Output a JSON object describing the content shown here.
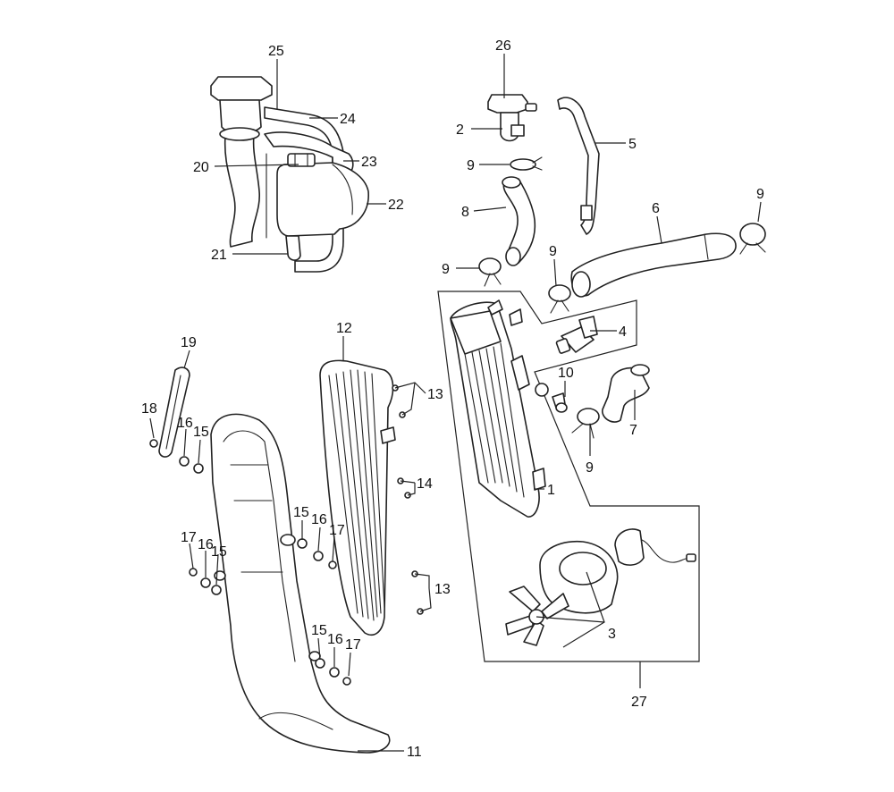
{
  "callouts": [
    {
      "id": "c1",
      "text": "1"
    },
    {
      "id": "c2",
      "text": "2"
    },
    {
      "id": "c3",
      "text": "3"
    },
    {
      "id": "c4",
      "text": "4"
    },
    {
      "id": "c5",
      "text": "5"
    },
    {
      "id": "c6",
      "text": "6"
    },
    {
      "id": "c7",
      "text": "7"
    },
    {
      "id": "c8",
      "text": "8"
    },
    {
      "id": "c9a",
      "text": "9"
    },
    {
      "id": "c9b",
      "text": "9"
    },
    {
      "id": "c9c",
      "text": "9"
    },
    {
      "id": "c9d",
      "text": "9"
    },
    {
      "id": "c9e",
      "text": "9"
    },
    {
      "id": "c10",
      "text": "10"
    },
    {
      "id": "c11",
      "text": "11"
    },
    {
      "id": "c12",
      "text": "12"
    },
    {
      "id": "c13a",
      "text": "13"
    },
    {
      "id": "c13b",
      "text": "13"
    },
    {
      "id": "c14",
      "text": "14"
    },
    {
      "id": "c15a",
      "text": "15"
    },
    {
      "id": "c15b",
      "text": "15"
    },
    {
      "id": "c15c",
      "text": "15"
    },
    {
      "id": "c15d",
      "text": "15"
    },
    {
      "id": "c16a",
      "text": "16"
    },
    {
      "id": "c16b",
      "text": "16"
    },
    {
      "id": "c16c",
      "text": "16"
    },
    {
      "id": "c16d",
      "text": "16"
    },
    {
      "id": "c17a",
      "text": "17"
    },
    {
      "id": "c17b",
      "text": "17"
    },
    {
      "id": "c17c",
      "text": "17"
    },
    {
      "id": "c18",
      "text": "18"
    },
    {
      "id": "c19",
      "text": "19"
    },
    {
      "id": "c20",
      "text": "20"
    },
    {
      "id": "c21",
      "text": "21"
    },
    {
      "id": "c22",
      "text": "22"
    },
    {
      "id": "c23",
      "text": "23"
    },
    {
      "id": "c24",
      "text": "24"
    },
    {
      "id": "c25",
      "text": "25"
    },
    {
      "id": "c26",
      "text": "26"
    },
    {
      "id": "c27",
      "text": "27"
    }
  ]
}
